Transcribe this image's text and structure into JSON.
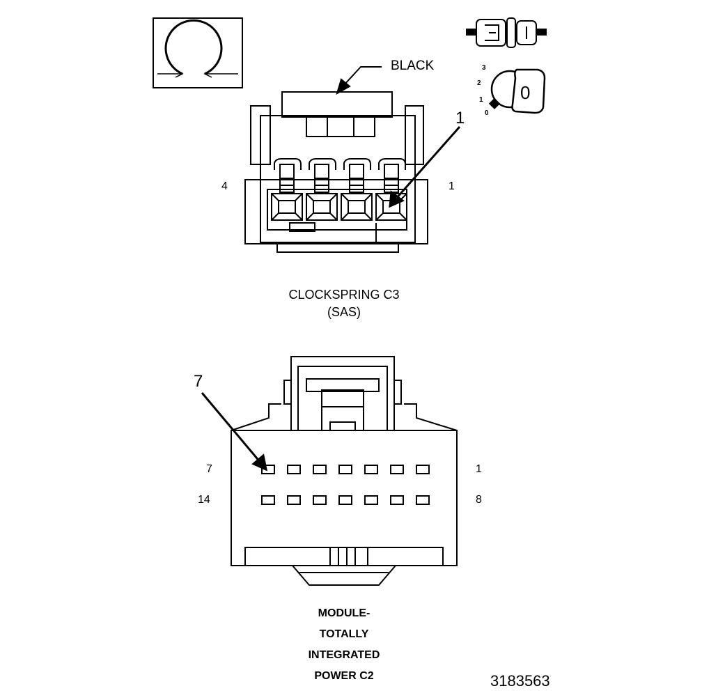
{
  "top_connector": {
    "color_callout": "BLACK",
    "pin_callout": "1",
    "left_pin": "4",
    "right_pin": "1",
    "caption_line1": "CLOCKSPRING C3",
    "caption_line2": "(SAS)",
    "cavities": 4
  },
  "key_icon": {
    "positions": [
      "3",
      "2",
      "1",
      "0"
    ],
    "key_label": "0"
  },
  "bottom_connector": {
    "pin_callout": "7",
    "row1_left": "7",
    "row1_right": "1",
    "row2_left": "14",
    "row2_right": "8",
    "caption_lines": [
      "MODULE-",
      "TOTALLY",
      "INTEGRATED",
      "POWER C2"
    ],
    "pins_per_row": 7
  },
  "figure_number": "3183563"
}
